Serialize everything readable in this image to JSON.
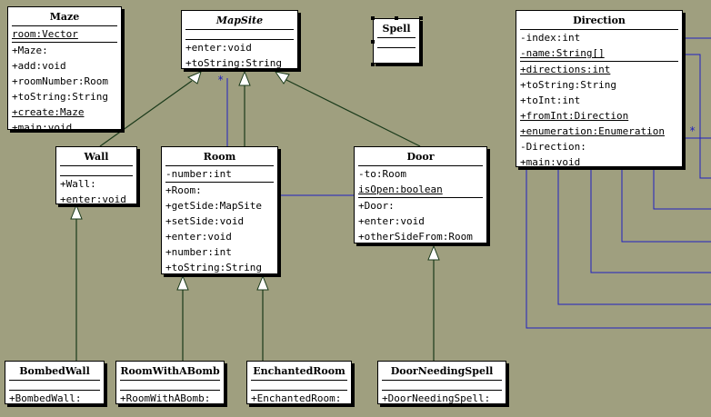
{
  "colors": {
    "background": "#9f9f7f",
    "association": "#2020c0",
    "inheritance": "#1a3a1a"
  },
  "classes": {
    "maze": {
      "name": "Maze",
      "attributes": [
        {
          "t": " room:Vector",
          "u": true
        }
      ],
      "operations": [
        {
          "t": "+Maze:"
        },
        {
          "t": "+add:void"
        },
        {
          "t": "+roomNumber:Room"
        },
        {
          "t": "+toString:String"
        },
        {
          "t": "+create:Maze",
          "u": true
        },
        {
          "t": "+main:void",
          "u": true
        }
      ]
    },
    "mapsite": {
      "name": "MapSite",
      "attributes": [],
      "operations": [
        {
          "t": "+enter:void"
        },
        {
          "t": "+toString:String"
        }
      ]
    },
    "spell": {
      "name": "Spell",
      "attributes": [],
      "operations": []
    },
    "direction": {
      "name": "Direction",
      "attributes": [
        {
          "t": "-index:int"
        },
        {
          "t": "-name:String[]",
          "u": true
        }
      ],
      "operations": [
        {
          "t": "+directions:int",
          "u": true
        },
        {
          "t": "+toString:String"
        },
        {
          "t": "+toInt:int"
        },
        {
          "t": "+fromInt:Direction",
          "u": true
        },
        {
          "t": "+enumeration:Enumeration",
          "u": true
        },
        {
          "t": "-Direction:"
        },
        {
          "t": "+main:void",
          "u": true
        }
      ]
    },
    "wall": {
      "name": "Wall",
      "attributes": [],
      "operations": [
        {
          "t": "+Wall:"
        },
        {
          "t": "+enter:void"
        }
      ]
    },
    "room": {
      "name": "Room",
      "attributes": [
        {
          "t": "-number:int"
        }
      ],
      "operations": [
        {
          "t": "+Room:"
        },
        {
          "t": "+getSide:MapSite"
        },
        {
          "t": "+setSide:void"
        },
        {
          "t": "+enter:void"
        },
        {
          "t": "+number:int"
        },
        {
          "t": "+toString:String"
        }
      ]
    },
    "door": {
      "name": "Door",
      "attributes": [
        {
          "t": "-to:Room"
        },
        {
          "t": " isOpen:boolean",
          "u": true
        }
      ],
      "operations": [
        {
          "t": "+Door:"
        },
        {
          "t": "+enter:void"
        },
        {
          "t": "+otherSideFrom:Room"
        }
      ]
    },
    "bombedwall": {
      "name": "BombedWall",
      "attributes": [],
      "operations": [
        {
          "t": "+BombedWall:"
        }
      ]
    },
    "roomwithabomb": {
      "name": "RoomWithABomb",
      "attributes": [],
      "operations": [
        {
          "t": "+RoomWithABomb:"
        }
      ]
    },
    "enchantedroom": {
      "name": "EnchantedRoom",
      "attributes": [],
      "operations": [
        {
          "t": "+EnchantedRoom:"
        }
      ]
    },
    "doorneedingspell": {
      "name": "DoorNeedingSpell",
      "attributes": [],
      "operations": [
        {
          "t": "+DoorNeedingSpell:"
        }
      ]
    }
  },
  "multiplicities": {
    "mapsite_star": "*",
    "direction_star": "*"
  }
}
